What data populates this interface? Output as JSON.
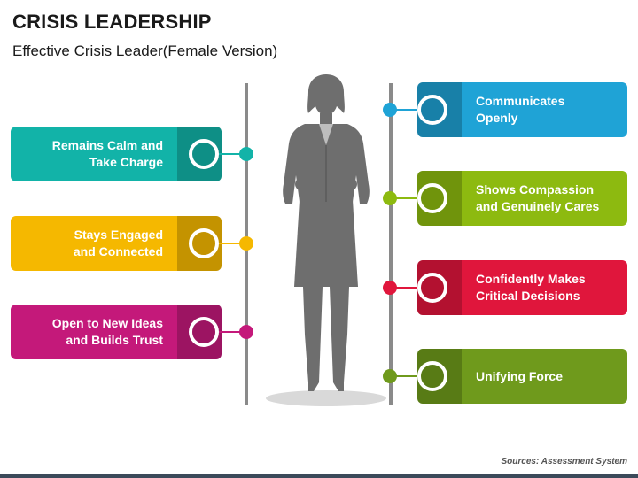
{
  "title": "CRISIS LEADERSHIP",
  "subtitle": "Effective Crisis Leader(Female Version)",
  "left_items": [
    {
      "line1": "Remains Calm and",
      "line2": "Take Charge",
      "color": "#12b3a8",
      "tab_color": "#0e8f86"
    },
    {
      "line1": "Stays Engaged",
      "line2": "and Connected",
      "color": "#f5b800",
      "tab_color": "#c49300"
    },
    {
      "line1": "Open to New Ideas",
      "line2": "and Builds Trust",
      "color": "#c4197a",
      "tab_color": "#9c1462"
    }
  ],
  "right_items": [
    {
      "line1": "Communicates",
      "line2": "Openly",
      "color": "#1fa3d6",
      "tab_color": "#1880a8"
    },
    {
      "line1": "Shows Compassion",
      "line2": "and Genuinely Cares",
      "color": "#8dba10",
      "tab_color": "#70940c"
    },
    {
      "line1": "Confidently Makes",
      "line2": "Critical Decisions",
      "color": "#e0163c",
      "tab_color": "#b31130"
    },
    {
      "line1": "Unifying Force",
      "line2": "",
      "color": "#6f9a1c",
      "tab_color": "#587b15"
    }
  ],
  "source": "Sources: Assessment System"
}
